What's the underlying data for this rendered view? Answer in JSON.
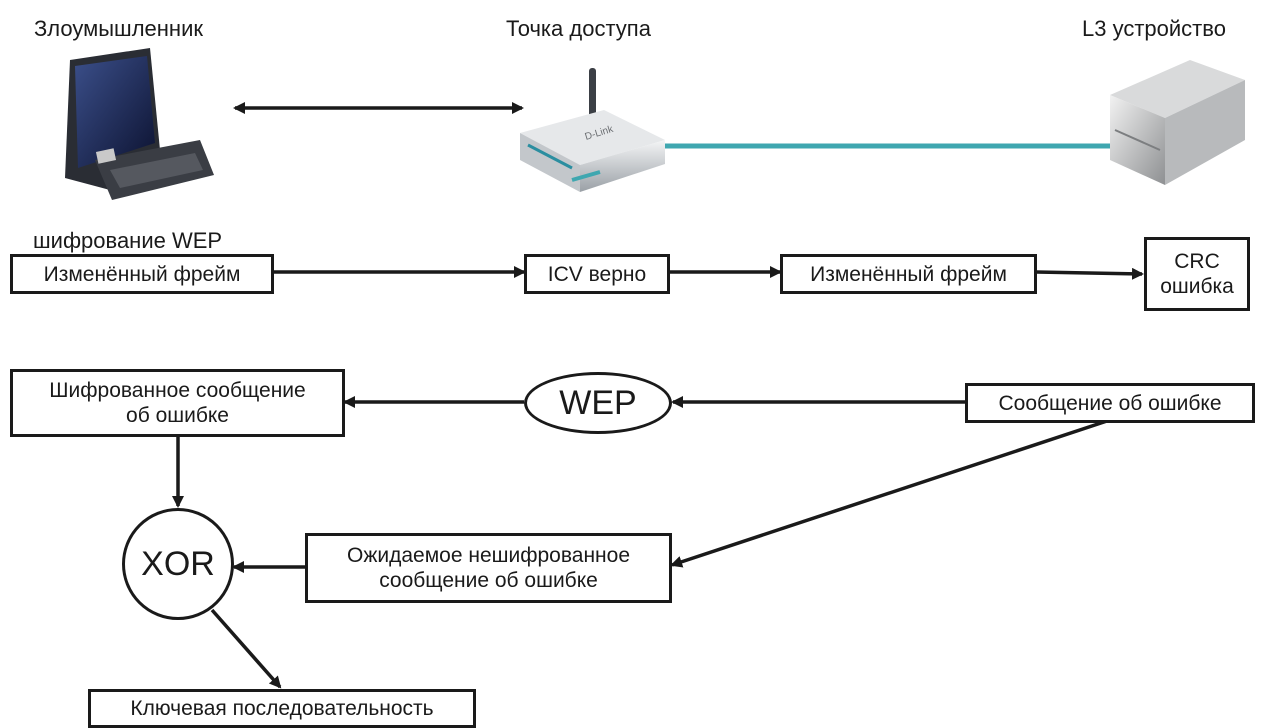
{
  "devices": {
    "attacker_label": "Злоумышленник",
    "access_point_label": "Точка доступа",
    "l3_device_label": "L3 устройство",
    "ap_brand_text": "D-Link"
  },
  "flow": {
    "encryption_label": "шифрование WEP",
    "modified_frame_1": "Изменённый фрейм",
    "icv_ok": "ICV верно",
    "modified_frame_2": "Изменённый фрейм",
    "crc_error_line1": "CRC",
    "crc_error_line2": "ошибка"
  },
  "recovery": {
    "encrypted_msg_line1": "Шифрованное сообщение",
    "encrypted_msg_line2": "об ошибке",
    "wep": "WEP",
    "error_msg": "Сообщение об ошибке",
    "xor": "XOR",
    "expected_line1": "Ожидаемое нешифрованное",
    "expected_line2": "сообщение об ошибке",
    "keystream": "Ключевая последовательность"
  },
  "colors": {
    "cable": "#3fa7b0",
    "stroke": "#1a1a1a"
  }
}
